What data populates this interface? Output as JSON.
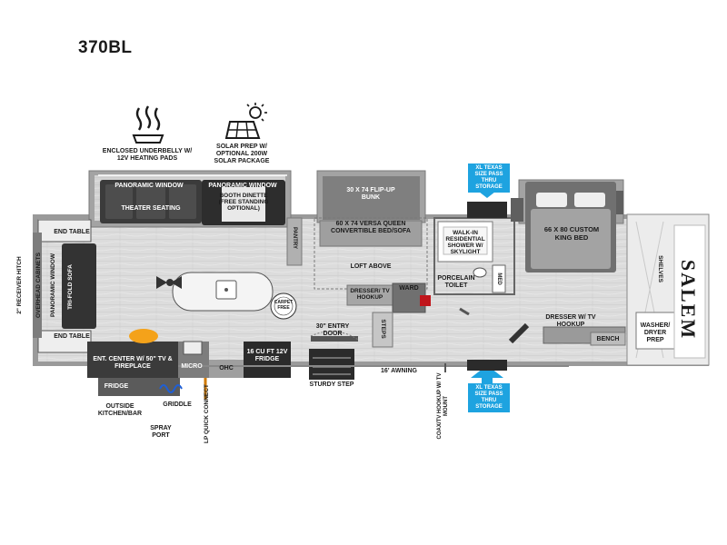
{
  "model": "370BL",
  "icons": {
    "heat": {
      "name": "heating-pads-icon",
      "label": "ENCLOSED UNDERBELLY W/ 12V HEATING PADS"
    },
    "solar": {
      "name": "solar-panel-icon",
      "label": "SOLAR PREP W/ OPTIONAL 200W SOLAR PACKAGE"
    }
  },
  "labels": {
    "panoramic_window_top": "PANORAMIC WINDOW",
    "panoramic_window_booth": "PANORAMIC WINDOW",
    "theater_seating": "THEATER SEATING",
    "booth_dinette": "BOOTH DINETTE (FREE STANDING OPTIONAL)",
    "flip_up_bunk": "30 X 74 FLIP-UP BUNK",
    "versa_queen": "60 X 74 VERSA QUEEN CONVERTIBLE BED/SOFA",
    "loft_above": "LOFT ABOVE",
    "pantry": "PANTRY",
    "end_table_top": "END TABLE",
    "end_table_bottom": "END TABLE",
    "overhead_cabinets": "OVERHEAD CABINETS",
    "panoramic_window_rear": "PANORAMIC WINDOW",
    "tri_fold_sofa": "TRI-FOLD SOFA",
    "receiver_hitch": "2\" RECEIVER HITCH",
    "carpet_free": "CARPET FREE",
    "dresser_tv_hookup_mid": "DRESSER/ TV HOOKUP",
    "ward": "WARD",
    "entry_door": "30\" ENTRY DOOR",
    "steps": "STEPS",
    "ent_center": "ENT. CENTER W/ 50\" TV & FIREPLACE",
    "micro": "MICRO",
    "ohc": "OHC",
    "fridge_16": "16 CU FT 12V FRIDGE",
    "fridge_outside": "FRIDGE",
    "griddle": "GRIDDLE",
    "outside_kitchen": "OUTSIDE KITCHEN/BAR",
    "spray_port": "SPRAY PORT",
    "lp_quick_connect": "LP QUICK CONNECT",
    "sturdy_step": "STURDY STEP",
    "awning": "16' AWNING",
    "coax_tv": "COAX/TV HOOKUP W/ TV MOUNT",
    "walk_in_shower": "WALK-IN RESIDENTIAL SHOWER W/ SKYLIGHT",
    "porcelain_toilet": "PORCELAIN TOILET",
    "med": "MED",
    "king_bed": "66 X 80 CUSTOM KING BED",
    "dresser_tv_hookup_bed": "DRESSER W/ TV HOOKUP",
    "bench": "BENCH",
    "washer_dryer": "WASHER/ DRYER PREP",
    "shelves": "SHELVES",
    "storage_top": "XL TEXAS SIZE PASS THRU STORAGE",
    "storage_bottom": "XL TEXAS SIZE PASS THRU STORAGE",
    "brand": "SALEM"
  },
  "colors": {
    "wall": "#8c8c8c",
    "floor": "#d9d9d9",
    "slide": "#5a5a5a",
    "accent_blue": "#1ea3e0",
    "dark": "#2b2b2b"
  }
}
